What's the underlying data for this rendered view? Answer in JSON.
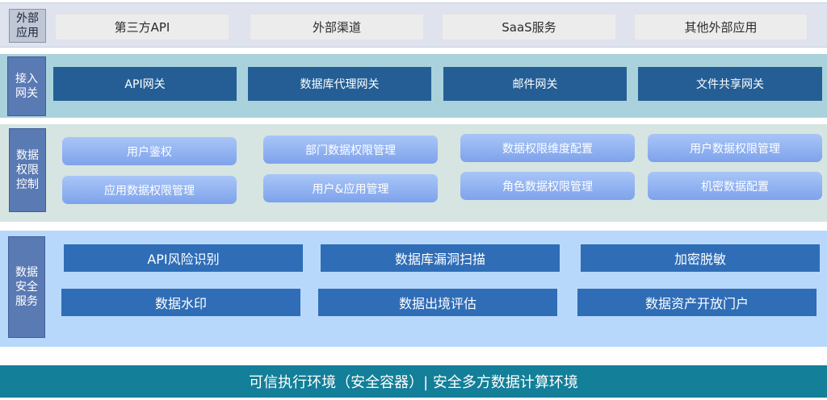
{
  "external": {
    "label": "外部\n应用",
    "items": [
      "第三方API",
      "外部渠道",
      "SaaS服务",
      "其他外部应用"
    ]
  },
  "gateway": {
    "label": "接入\n网关",
    "items": [
      "API网关",
      "数据库代理网关",
      "邮件网关",
      "文件共享网关"
    ]
  },
  "permission": {
    "label": "数据\n权限\n控制",
    "items": [
      "用户鉴权",
      "部门数据权限管理",
      "数据权限维度配置",
      "用户数据权限管理",
      "应用数据权限管理",
      "用户&应用管理",
      "角色数据权限管理",
      "机密数据配置"
    ]
  },
  "security": {
    "label": "数据\n安全\n服务",
    "items": [
      "API风险识别",
      "数据库漏洞扫描",
      "加密脱敏",
      "数据水印",
      "数据出境评估",
      "数据资产开放门户"
    ]
  },
  "bottom": {
    "label": "可信执行环境（安全容器）| 安全多方数据计算环境"
  },
  "colors": {
    "gateway_box": "#245e95",
    "permission_box": "#8fb1f1",
    "security_box": "#2f6db7",
    "bottom_bar": "#137f98",
    "layer_label": "#5a7ab4"
  }
}
